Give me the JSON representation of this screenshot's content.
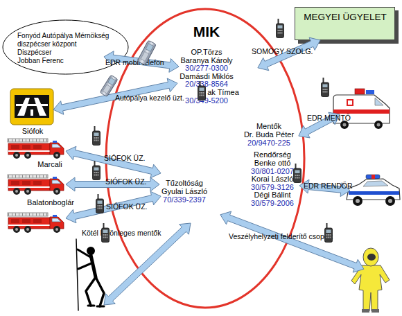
{
  "diagram": {
    "nodes": [
      {
        "text": [
          "Fonyód Autópálya Mérnökség",
          "diszpécser központ",
          "Diszpécser",
          "Jobban Ferenc"
        ]
      },
      {
        "text": [
          "MIK",
          "OP.Törzs",
          "Baranya Károly",
          "30/277-0300",
          "Damásdi Miklós",
          "20/338-8564",
          "ak Tímea",
          "30/349-5200",
          "Mentők",
          "Dr. Buda Péter",
          "20/9470-225",
          "Rendőrség",
          "Benke ottó",
          "30/801-0207",
          "Korai László",
          "30/579-3126",
          "Dégi Bálint",
          "30/579-2006",
          "Tűzoltóság",
          "Gyulai László",
          "70/339-2397"
        ]
      },
      {
        "text": [
          "MEGYEI ÜGYELET"
        ]
      },
      {
        "text": []
      },
      {
        "text": [
          "Siófok"
        ]
      },
      {
        "text": [
          "Marcali"
        ]
      },
      {
        "text": [
          "Balatonboglár"
        ]
      },
      {
        "text": [
          "Kötél különleges mentők"
        ]
      },
      {
        "text": []
      },
      {
        "text": []
      },
      {
        "text": []
      }
    ],
    "edges": [
      {
        "from": 0,
        "to": 1,
        "label": "EDR mobil telefon",
        "arrow": "both"
      },
      {
        "from": 1,
        "to": 2,
        "label": "SOMOGY SZOLG.",
        "arrow": "both"
      },
      {
        "from": 1,
        "to": 3,
        "label": "Autópálya kezelő üzt.",
        "arrow": "both"
      },
      {
        "from": 4,
        "to": 1,
        "label": "SIÓFOK ÜZ.",
        "arrow": "both"
      },
      {
        "from": 5,
        "to": 1,
        "label": "SIÓFOK ÜZ.",
        "arrow": "both"
      },
      {
        "from": 6,
        "to": 1,
        "label": "SIÓFOK ÜZ.",
        "arrow": "both"
      },
      {
        "from": 7,
        "to": 1,
        "arrow": "both"
      },
      {
        "from": 1,
        "to": 8,
        "label": "EDR MENTŐ",
        "arrow": "both"
      },
      {
        "from": 1,
        "to": 9,
        "label": "EDR RENDŐR",
        "arrow": "both"
      },
      {
        "from": 1,
        "to": 10,
        "label": "Veszélyhelyzeti felderítő csoport",
        "arrow": "both"
      }
    ]
  }
}
